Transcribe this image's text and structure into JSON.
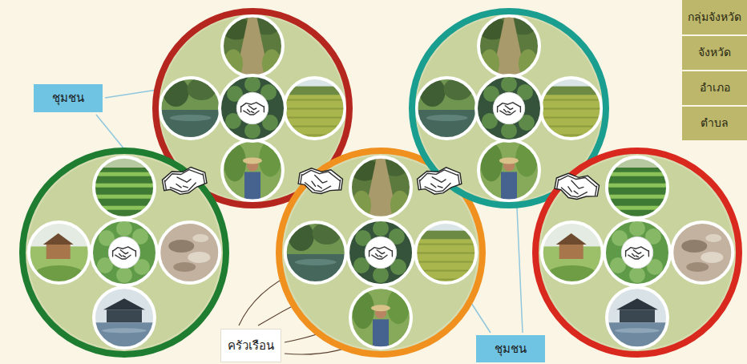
{
  "diagram": {
    "nodes": [
      {
        "text": [
          "ชุมชน"
        ]
      },
      {
        "text": [
          "กลุ่มจังหวัด"
        ]
      },
      {
        "text": [
          "จังหวัด"
        ]
      },
      {
        "text": [
          "อำเภอ"
        ]
      },
      {
        "text": [
          "ตำบล"
        ]
      },
      {
        "text": [
          "ครัวเรือน"
        ]
      },
      {
        "text": [
          "ชุมชน"
        ]
      }
    ]
  }
}
